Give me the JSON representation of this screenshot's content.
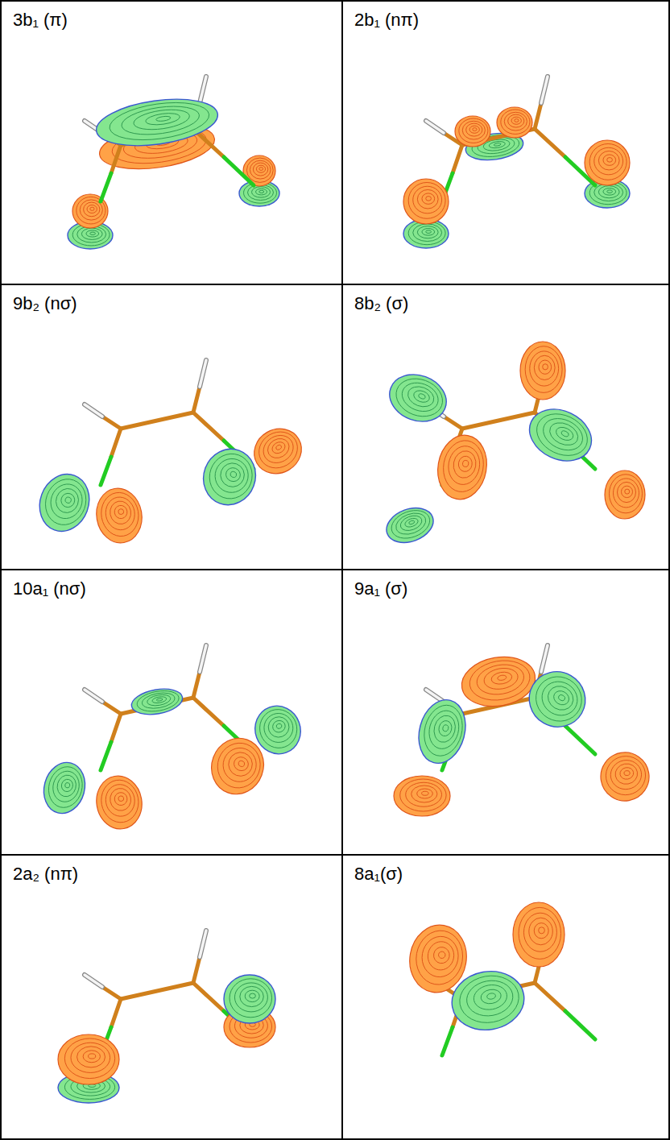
{
  "diagram": {
    "nodes": [
      {
        "text": [
          "3b₁ (π)"
        ]
      },
      {
        "text": [
          "2b₁ (nπ)"
        ]
      },
      {
        "text": [
          "9b₂ (nσ)"
        ]
      },
      {
        "text": [
          "8b₂ (σ)"
        ]
      },
      {
        "text": [
          "10a₁ (nσ)"
        ]
      },
      {
        "text": [
          "9a₁ (σ)"
        ]
      },
      {
        "text": [
          "2a₂ (nπ)"
        ]
      },
      {
        "text": [
          "8a₁(σ)"
        ]
      }
    ]
  }
}
